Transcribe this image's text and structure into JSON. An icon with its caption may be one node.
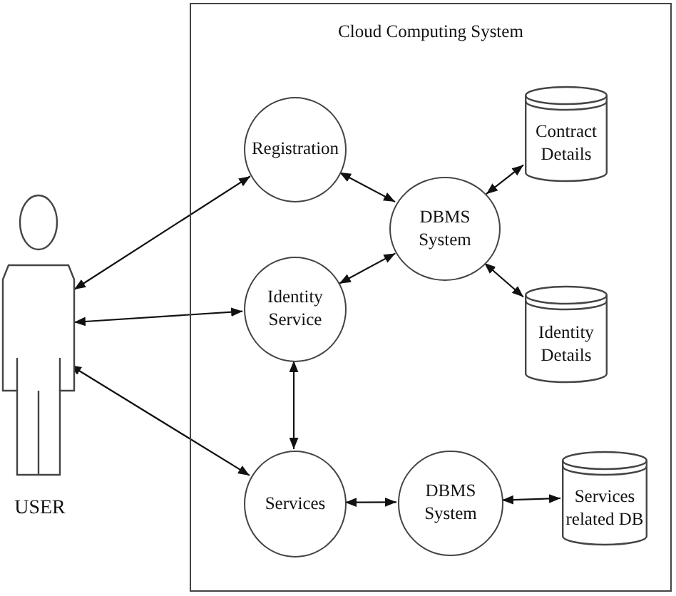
{
  "diagram": {
    "nodes": [
      {
        "text": [
          "Cloud Computing System"
        ]
      },
      {
        "text": [
          "Registration"
        ],
        "in": 0
      },
      {
        "text": [
          "Contract Details"
        ],
        "in": 0
      },
      {
        "text": [
          "DBMS System"
        ],
        "in": 0
      },
      {
        "text": [
          "Identity Service"
        ],
        "in": 0
      },
      {
        "text": [
          "Identity Details"
        ],
        "in": 0
      },
      {
        "text": [
          "Services"
        ],
        "in": 0
      },
      {
        "text": [
          "DBMS System"
        ],
        "in": 0
      },
      {
        "text": [
          "Services related DB"
        ],
        "in": 0
      },
      {
        "text": [
          "USER"
        ]
      }
    ],
    "edges": [
      {
        "from": 9,
        "to": 1,
        "arrow": "both"
      },
      {
        "from": 9,
        "to": 4,
        "arrow": "both"
      },
      {
        "from": 9,
        "to": 6,
        "arrow": "both"
      },
      {
        "from": 1,
        "to": 3,
        "arrow": "both"
      },
      {
        "from": 4,
        "to": 3,
        "arrow": "both"
      },
      {
        "from": 3,
        "to": 2,
        "arrow": "both"
      },
      {
        "from": 3,
        "to": 5,
        "arrow": "both"
      },
      {
        "from": 4,
        "to": 6,
        "arrow": "both"
      },
      {
        "from": 6,
        "to": 7,
        "arrow": "both"
      },
      {
        "from": 7,
        "to": 8,
        "arrow": "both"
      }
    ]
  }
}
